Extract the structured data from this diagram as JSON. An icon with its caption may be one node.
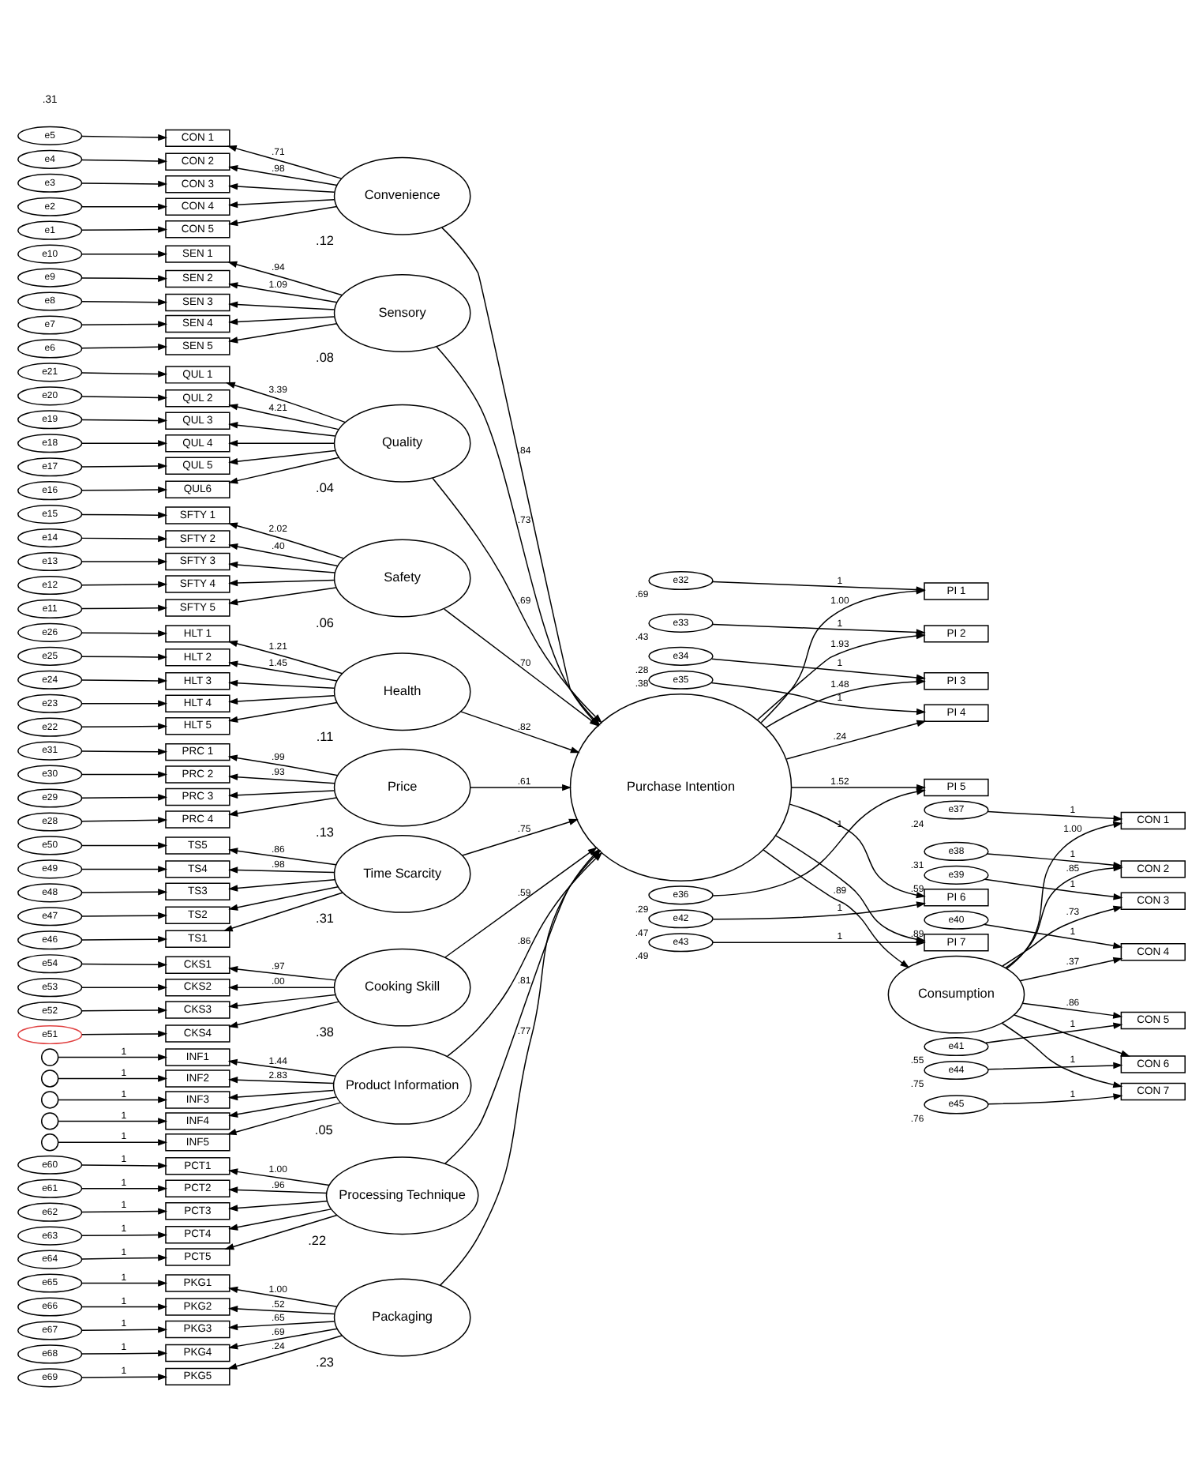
{
  "diagram": {
    "nodes": [
      {
        "text": [
          "Convenience"
        ],
        "beside": [
          ".12"
        ]
      },
      {
        "text": [
          "CON 1"
        ]
      },
      {
        "text": [
          "CON 2"
        ]
      },
      {
        "text": [
          "CON 3"
        ]
      },
      {
        "text": [
          "CON 4"
        ]
      },
      {
        "text": [
          "CON 5"
        ]
      },
      {
        "text": [
          "e5"
        ]
      },
      {
        "text": [
          "e4"
        ]
      },
      {
        "text": [
          "e3"
        ]
      },
      {
        "text": [
          "e2"
        ]
      },
      {
        "text": [
          "e1"
        ]
      },
      {
        "text": [
          "Sensory"
        ],
        "beside": [
          ".08"
        ]
      },
      {
        "text": [
          "SEN 1"
        ]
      },
      {
        "text": [
          "SEN 2"
        ]
      },
      {
        "text": [
          "SEN 3"
        ]
      },
      {
        "text": [
          "SEN 4"
        ]
      },
      {
        "text": [
          "SEN 5"
        ]
      },
      {
        "text": [
          "e10"
        ]
      },
      {
        "text": [
          "e9"
        ]
      },
      {
        "text": [
          "e8"
        ]
      },
      {
        "text": [
          "e7"
        ]
      },
      {
        "text": [
          "e6"
        ]
      },
      {
        "text": [
          "Quality"
        ],
        "beside": [
          ".04"
        ]
      },
      {
        "text": [
          "QUL 1"
        ]
      },
      {
        "text": [
          "QUL 2"
        ]
      },
      {
        "text": [
          "QUL 3"
        ]
      },
      {
        "text": [
          "QUL 4"
        ]
      },
      {
        "text": [
          "QUL 5"
        ]
      },
      {
        "text": [
          "QUL6"
        ]
      },
      {
        "text": [
          "e21"
        ]
      },
      {
        "text": [
          "e20"
        ]
      },
      {
        "text": [
          "e19"
        ]
      },
      {
        "text": [
          "e18"
        ]
      },
      {
        "text": [
          "e17"
        ]
      },
      {
        "text": [
          "e16"
        ]
      },
      {
        "text": [
          "Safety"
        ],
        "beside": [
          ".06"
        ]
      },
      {
        "text": [
          "SFTY 1"
        ]
      },
      {
        "text": [
          "SFTY 2"
        ]
      },
      {
        "text": [
          "SFTY 3"
        ]
      },
      {
        "text": [
          "SFTY 4"
        ]
      },
      {
        "text": [
          "SFTY 5"
        ]
      },
      {
        "text": [
          "e15"
        ]
      },
      {
        "text": [
          "e14"
        ]
      },
      {
        "text": [
          "e13"
        ]
      },
      {
        "text": [
          "e12"
        ]
      },
      {
        "text": [
          "e11"
        ]
      },
      {
        "text": [
          "Health"
        ],
        "beside": [
          ".11"
        ]
      },
      {
        "text": [
          "HLT 1"
        ]
      },
      {
        "text": [
          "HLT 2"
        ]
      },
      {
        "text": [
          "HLT 3"
        ]
      },
      {
        "text": [
          "HLT 4"
        ]
      },
      {
        "text": [
          "HLT 5"
        ]
      },
      {
        "text": [
          "e26"
        ]
      },
      {
        "text": [
          "e25"
        ]
      },
      {
        "text": [
          "e24"
        ]
      },
      {
        "text": [
          "e23"
        ]
      },
      {
        "text": [
          "e22"
        ]
      },
      {
        "text": [
          "Price"
        ],
        "beside": [
          ".13"
        ]
      },
      {
        "text": [
          "PRC 1"
        ]
      },
      {
        "text": [
          "PRC 2"
        ]
      },
      {
        "text": [
          "PRC 3"
        ]
      },
      {
        "text": [
          "PRC 4"
        ]
      },
      {
        "text": [
          "e31"
        ]
      },
      {
        "text": [
          "e30"
        ]
      },
      {
        "text": [
          "e29"
        ]
      },
      {
        "text": [
          "e28"
        ]
      },
      {
        "text": [
          "Time Scarcity"
        ],
        "beside": [
          ".31"
        ]
      },
      {
        "text": [
          "TS5"
        ]
      },
      {
        "text": [
          "TS4"
        ]
      },
      {
        "text": [
          "TS3"
        ]
      },
      {
        "text": [
          "TS2"
        ]
      },
      {
        "text": [
          "TS1"
        ]
      },
      {
        "text": [
          "e50"
        ]
      },
      {
        "text": [
          "e49"
        ]
      },
      {
        "text": [
          "e48"
        ]
      },
      {
        "text": [
          "e47"
        ]
      },
      {
        "text": [
          "e46"
        ]
      },
      {
        "text": [
          "Cooking Skill"
        ],
        "beside": [
          ".38"
        ]
      },
      {
        "text": [
          "CKS1"
        ]
      },
      {
        "text": [
          "CKS2"
        ]
      },
      {
        "text": [
          "CKS3"
        ]
      },
      {
        "text": [
          "CKS4"
        ]
      },
      {
        "text": [
          "e54"
        ]
      },
      {
        "text": [
          "e53"
        ]
      },
      {
        "text": [
          "e52"
        ]
      },
      {
        "text": [
          "e51"
        ]
      },
      {
        "text": [
          "Product Information"
        ],
        "beside": [
          ".05"
        ]
      },
      {
        "text": [
          "INF1"
        ]
      },
      {
        "text": [
          "INF2"
        ]
      },
      {
        "text": [
          "INF3"
        ]
      },
      {
        "text": [
          "INF4"
        ]
      },
      {
        "text": [
          "INF5"
        ]
      },
      {
        "text": [],
        "shape": "circle"
      },
      {
        "text": [],
        "shape": "circle"
      },
      {
        "text": [],
        "shape": "circle"
      },
      {
        "text": [],
        "shape": "circle"
      },
      {
        "text": [],
        "shape": "circle"
      },
      {
        "text": [
          "Processing Technique"
        ],
        "beside": [
          ".22"
        ]
      },
      {
        "text": [
          "PCT1"
        ]
      },
      {
        "text": [
          "PCT2"
        ]
      },
      {
        "text": [
          "PCT3"
        ]
      },
      {
        "text": [
          "PCT4"
        ]
      },
      {
        "text": [
          "PCT5"
        ]
      },
      {
        "text": [
          "e60"
        ]
      },
      {
        "text": [
          "e61"
        ]
      },
      {
        "text": [
          "e62"
        ]
      },
      {
        "text": [
          "e63"
        ]
      },
      {
        "text": [
          "e64"
        ]
      },
      {
        "text": [
          "Packaging"
        ],
        "beside": [
          ".23"
        ]
      },
      {
        "text": [
          "PKG1"
        ]
      },
      {
        "text": [
          "PKG2"
        ]
      },
      {
        "text": [
          "PKG3"
        ]
      },
      {
        "text": [
          "PKG4"
        ]
      },
      {
        "text": [
          "PKG5"
        ]
      },
      {
        "text": [
          "e65"
        ]
      },
      {
        "text": [
          "e66"
        ]
      },
      {
        "text": [
          "e67"
        ]
      },
      {
        "text": [
          "e68"
        ]
      },
      {
        "text": [
          "e69"
        ]
      },
      {
        "text": [
          "Purchase Intention"
        ]
      },
      {
        "text": [
          "PI 1"
        ]
      },
      {
        "text": [
          "PI 2"
        ]
      },
      {
        "text": [
          "PI 3"
        ]
      },
      {
        "text": [
          "PI 4"
        ]
      },
      {
        "text": [
          "PI 5"
        ]
      },
      {
        "text": [
          "PI 6"
        ]
      },
      {
        "text": [
          "PI 7"
        ]
      },
      {
        "text": [
          "e32"
        ],
        "beside": [
          ".69"
        ]
      },
      {
        "text": [
          "e33"
        ],
        "beside": [
          ".43"
        ]
      },
      {
        "text": [
          "e34"
        ],
        "beside": [
          ".28"
        ]
      },
      {
        "text": [
          "e35"
        ],
        "beside": [
          ".38"
        ]
      },
      {
        "text": [
          "e36"
        ],
        "beside": [
          ".29"
        ]
      },
      {
        "text": [
          "e42"
        ],
        "beside": [
          ".47"
        ]
      },
      {
        "text": [
          "e43"
        ],
        "beside": [
          ".49"
        ]
      },
      {
        "text": [
          "Consumption"
        ]
      },
      {
        "text": [
          "CON 1"
        ]
      },
      {
        "text": [
          "CON 2"
        ]
      },
      {
        "text": [
          "CON 3"
        ]
      },
      {
        "text": [
          "CON 4"
        ]
      },
      {
        "text": [
          "CON 5"
        ]
      },
      {
        "text": [
          "CON 6"
        ]
      },
      {
        "text": [
          "CON 7"
        ]
      },
      {
        "text": [
          "e37"
        ],
        "beside": [
          ".24"
        ]
      },
      {
        "text": [
          "e38"
        ],
        "beside": [
          ".31"
        ]
      },
      {
        "text": [
          "e39"
        ],
        "beside": [
          ".59"
        ]
      },
      {
        "text": [
          "e40"
        ],
        "beside": [
          ".89"
        ]
      },
      {
        "text": [
          "e41"
        ],
        "beside": [
          ".55"
        ]
      },
      {
        "text": [
          "e44"
        ],
        "beside": [
          ".75"
        ]
      },
      {
        "text": [
          "e45"
        ],
        "beside": [
          ".76"
        ]
      }
    ],
    "edges": [
      {
        "from": 0,
        "to": 1,
        "arrow": "to",
        "label": ".71"
      },
      {
        "from": 0,
        "to": 2,
        "arrow": "to",
        "label": ".98"
      },
      {
        "from": 0,
        "to": 3,
        "arrow": "to"
      },
      {
        "from": 0,
        "to": 4,
        "arrow": "to"
      },
      {
        "from": 0,
        "to": 5,
        "arrow": "to"
      },
      {
        "from": 6,
        "to": 1,
        "arrow": "to"
      },
      {
        "from": 7,
        "to": 2,
        "arrow": "to"
      },
      {
        "from": 8,
        "to": 3,
        "arrow": "to"
      },
      {
        "from": 9,
        "to": 4,
        "arrow": "to"
      },
      {
        "from": 10,
        "to": 5,
        "arrow": "to"
      },
      {
        "from": 11,
        "to": 12,
        "arrow": "to",
        "label": ".94"
      },
      {
        "from": 11,
        "to": 13,
        "arrow": "to",
        "label": "1.09"
      },
      {
        "from": 11,
        "to": 14,
        "arrow": "to"
      },
      {
        "from": 11,
        "to": 15,
        "arrow": "to"
      },
      {
        "from": 11,
        "to": 16,
        "arrow": "to"
      },
      {
        "from": 17,
        "to": 12,
        "arrow": "to"
      },
      {
        "from": 18,
        "to": 13,
        "arrow": "to"
      },
      {
        "from": 19,
        "to": 14,
        "arrow": "to"
      },
      {
        "from": 20,
        "to": 15,
        "arrow": "to"
      },
      {
        "from": 21,
        "to": 16,
        "arrow": "to"
      },
      {
        "from": 22,
        "to": 23,
        "arrow": "to",
        "label": "3.39"
      },
      {
        "from": 22,
        "to": 24,
        "arrow": "to",
        "label": "4.21"
      },
      {
        "from": 22,
        "to": 25,
        "arrow": "to"
      },
      {
        "from": 22,
        "to": 26,
        "arrow": "to"
      },
      {
        "from": 22,
        "to": 27,
        "arrow": "to"
      },
      {
        "from": 22,
        "to": 28,
        "arrow": "to"
      },
      {
        "from": 29,
        "to": 23,
        "arrow": "to"
      },
      {
        "from": 30,
        "to": 24,
        "arrow": "to"
      },
      {
        "from": 31,
        "to": 25,
        "arrow": "to"
      },
      {
        "from": 32,
        "to": 26,
        "arrow": "to"
      },
      {
        "from": 33,
        "to": 27,
        "arrow": "to"
      },
      {
        "from": 34,
        "to": 28,
        "arrow": "to"
      },
      {
        "from": 35,
        "to": 36,
        "arrow": "to",
        "label": "2.02"
      },
      {
        "from": 35,
        "to": 37,
        "arrow": "to",
        "label": ".40"
      },
      {
        "from": 35,
        "to": 38,
        "arrow": "to"
      },
      {
        "from": 35,
        "to": 39,
        "arrow": "to"
      },
      {
        "from": 35,
        "to": 40,
        "arrow": "to"
      },
      {
        "from": 41,
        "to": 36,
        "arrow": "to"
      },
      {
        "from": 42,
        "to": 37,
        "arrow": "to"
      },
      {
        "from": 43,
        "to": 38,
        "arrow": "to"
      },
      {
        "from": 44,
        "to": 39,
        "arrow": "to"
      },
      {
        "from": 45,
        "to": 40,
        "arrow": "to"
      },
      {
        "from": 46,
        "to": 47,
        "arrow": "to",
        "label": "1.21"
      },
      {
        "from": 46,
        "to": 48,
        "arrow": "to",
        "label": "1.45"
      },
      {
        "from": 46,
        "to": 49,
        "arrow": "to"
      },
      {
        "from": 46,
        "to": 50,
        "arrow": "to"
      },
      {
        "from": 46,
        "to": 51,
        "arrow": "to"
      },
      {
        "from": 52,
        "to": 47,
        "arrow": "to"
      },
      {
        "from": 53,
        "to": 48,
        "arrow": "to"
      },
      {
        "from": 54,
        "to": 49,
        "arrow": "to"
      },
      {
        "from": 55,
        "to": 50,
        "arrow": "to"
      },
      {
        "from": 56,
        "to": 51,
        "arrow": "to"
      },
      {
        "from": 57,
        "to": 58,
        "arrow": "to",
        "label": ".99"
      },
      {
        "from": 57,
        "to": 59,
        "arrow": "to",
        "label": ".93"
      },
      {
        "from": 57,
        "to": 60,
        "arrow": "to"
      },
      {
        "from": 57,
        "to": 61,
        "arrow": "to"
      },
      {
        "from": 62,
        "to": 58,
        "arrow": "to"
      },
      {
        "from": 63,
        "to": 59,
        "arrow": "to"
      },
      {
        "from": 64,
        "to": 60,
        "arrow": "to"
      },
      {
        "from": 65,
        "to": 61,
        "arrow": "to"
      },
      {
        "from": 66,
        "to": 67,
        "arrow": "to",
        "label": ".86"
      },
      {
        "from": 66,
        "to": 68,
        "arrow": "to",
        "label": ".98"
      },
      {
        "from": 66,
        "to": 69,
        "arrow": "to"
      },
      {
        "from": 66,
        "to": 70,
        "arrow": "to"
      },
      {
        "from": 66,
        "to": 71,
        "arrow": "to"
      },
      {
        "from": 72,
        "to": 67,
        "arrow": "to"
      },
      {
        "from": 73,
        "to": 68,
        "arrow": "to"
      },
      {
        "from": 74,
        "to": 69,
        "arrow": "to"
      },
      {
        "from": 75,
        "to": 70,
        "arrow": "to"
      },
      {
        "from": 76,
        "to": 71,
        "arrow": "to"
      },
      {
        "from": 77,
        "to": 78,
        "arrow": "to",
        "label": ".97"
      },
      {
        "from": 77,
        "to": 79,
        "arrow": "to",
        "label": ".00"
      },
      {
        "from": 77,
        "to": 80,
        "arrow": "to"
      },
      {
        "from": 77,
        "to": 81,
        "arrow": "to"
      },
      {
        "from": 82,
        "to": 78,
        "arrow": "to"
      },
      {
        "from": 83,
        "to": 79,
        "arrow": "to"
      },
      {
        "from": 84,
        "to": 80,
        "arrow": "to"
      },
      {
        "from": 85,
        "to": 81,
        "arrow": "to"
      },
      {
        "from": 86,
        "to": 87,
        "arrow": "to",
        "label": "1.44"
      },
      {
        "from": 86,
        "to": 88,
        "arrow": "to",
        "label": "2.83"
      },
      {
        "from": 86,
        "to": 89,
        "arrow": "to"
      },
      {
        "from": 86,
        "to": 90,
        "arrow": "to"
      },
      {
        "from": 86,
        "to": 91,
        "arrow": "to"
      },
      {
        "from": 92,
        "to": 87,
        "arrow": "to",
        "label": "1"
      },
      {
        "from": 93,
        "to": 88,
        "arrow": "to",
        "label": "1"
      },
      {
        "from": 94,
        "to": 89,
        "arrow": "to",
        "label": "1"
      },
      {
        "from": 95,
        "to": 90,
        "arrow": "to",
        "label": "1"
      },
      {
        "from": 96,
        "to": 91,
        "arrow": "to",
        "label": "1"
      },
      {
        "from": 97,
        "to": 98,
        "arrow": "to",
        "label": "1.00"
      },
      {
        "from": 97,
        "to": 99,
        "arrow": "to",
        "label": ".96"
      },
      {
        "from": 97,
        "to": 100,
        "arrow": "to"
      },
      {
        "from": 97,
        "to": 101,
        "arrow": "to"
      },
      {
        "from": 97,
        "to": 102,
        "arrow": "to"
      },
      {
        "from": 103,
        "to": 98,
        "arrow": "to",
        "label": "1"
      },
      {
        "from": 104,
        "to": 99,
        "arrow": "to",
        "label": "1"
      },
      {
        "from": 105,
        "to": 100,
        "arrow": "to",
        "label": "1"
      },
      {
        "from": 106,
        "to": 101,
        "arrow": "to",
        "label": "1"
      },
      {
        "from": 107,
        "to": 102,
        "arrow": "to",
        "label": "1"
      },
      {
        "from": 108,
        "to": 109,
        "arrow": "to",
        "label": "1.00"
      },
      {
        "from": 108,
        "to": 110,
        "arrow": "to",
        "label": ".52"
      },
      {
        "from": 108,
        "to": 111,
        "arrow": "to",
        "label": ".65"
      },
      {
        "from": 108,
        "to": 112,
        "arrow": "to",
        "label": ".69"
      },
      {
        "from": 108,
        "to": 113,
        "arrow": "to",
        "label": ".24"
      },
      {
        "from": 114,
        "to": 109,
        "arrow": "to",
        "label": "1"
      },
      {
        "from": 115,
        "to": 110,
        "arrow": "to",
        "label": "1"
      },
      {
        "from": 116,
        "to": 111,
        "arrow": "to",
        "label": "1"
      },
      {
        "from": 117,
        "to": 112,
        "arrow": "to",
        "label": "1"
      },
      {
        "from": 118,
        "to": 113,
        "arrow": "to",
        "label": "1"
      },
      {
        "from": 119,
        "to": 120,
        "arrow": "to",
        "label": "1.00"
      },
      {
        "from": 119,
        "to": 121,
        "arrow": "to",
        "label": "1.93"
      },
      {
        "from": 119,
        "to": 122,
        "arrow": "to",
        "label": "1.48"
      },
      {
        "from": 119,
        "to": 123,
        "arrow": "to",
        "label": ".24"
      },
      {
        "from": 119,
        "to": 124,
        "arrow": "to",
        "label": "1.52"
      },
      {
        "from": 119,
        "to": 125,
        "arrow": "to"
      },
      {
        "from": 119,
        "to": 126,
        "arrow": "to"
      },
      {
        "from": 127,
        "to": 120,
        "arrow": "to",
        "label": "1"
      },
      {
        "from": 128,
        "to": 121,
        "arrow": "to",
        "label": "1"
      },
      {
        "from": 129,
        "to": 122,
        "arrow": "to",
        "label": "1"
      },
      {
        "from": 130,
        "to": 123,
        "arrow": "to",
        "label": "1"
      },
      {
        "from": 131,
        "to": 124,
        "arrow": "to",
        "label": "1"
      },
      {
        "from": 132,
        "to": 125,
        "arrow": "to",
        "label": "1"
      },
      {
        "from": 133,
        "to": 126,
        "arrow": "to",
        "label": "1"
      },
      {
        "from": 134,
        "to": 135,
        "arrow": "to",
        "label": "1.00"
      },
      {
        "from": 134,
        "to": 136,
        "arrow": "to",
        "label": ".85"
      },
      {
        "from": 134,
        "to": 137,
        "arrow": "to",
        "label": ".73"
      },
      {
        "from": 134,
        "to": 138,
        "arrow": "to",
        "label": ".37"
      },
      {
        "from": 134,
        "to": 139,
        "arrow": "to",
        "label": ".86"
      },
      {
        "from": 134,
        "to": 140,
        "arrow": "to"
      },
      {
        "from": 134,
        "to": 141,
        "arrow": "to"
      },
      {
        "from": 142,
        "to": 135,
        "arrow": "to",
        "label": "1"
      },
      {
        "from": 143,
        "to": 136,
        "arrow": "to",
        "label": "1"
      },
      {
        "from": 144,
        "to": 137,
        "arrow": "to",
        "label": "1"
      },
      {
        "from": 145,
        "to": 138,
        "arrow": "to",
        "label": "1"
      },
      {
        "from": 146,
        "to": 139,
        "arrow": "to",
        "label": "1"
      },
      {
        "from": 147,
        "to": 140,
        "arrow": "to",
        "label": "1"
      },
      {
        "from": 148,
        "to": 141,
        "arrow": "to",
        "label": "1"
      },
      {
        "from": 0,
        "to": 119,
        "arrow": "to",
        "label": ".84"
      },
      {
        "from": 11,
        "to": 119,
        "arrow": "to",
        "label": ".73"
      },
      {
        "from": 22,
        "to": 119,
        "arrow": "to",
        "label": ".69"
      },
      {
        "from": 35,
        "to": 119,
        "arrow": "to",
        "label": ".70"
      },
      {
        "from": 46,
        "to": 119,
        "arrow": "to",
        "label": ".82"
      },
      {
        "from": 57,
        "to": 119,
        "arrow": "to",
        "label": ".61"
      },
      {
        "from": 66,
        "to": 119,
        "arrow": "to",
        "label": ".75"
      },
      {
        "from": 77,
        "to": 119,
        "arrow": "to",
        "label": ".59"
      },
      {
        "from": 86,
        "to": 119,
        "arrow": "to",
        "label": ".86"
      },
      {
        "from": 108,
        "to": 119,
        "arrow": "to",
        "label": ".77"
      },
      {
        "from": 97,
        "to": 119,
        "arrow": "to",
        "label": ".81"
      },
      {
        "from": 119,
        "to": 134,
        "arrow": "to",
        "label": ".89"
      }
    ],
    "labels": [
      ".31"
    ]
  }
}
